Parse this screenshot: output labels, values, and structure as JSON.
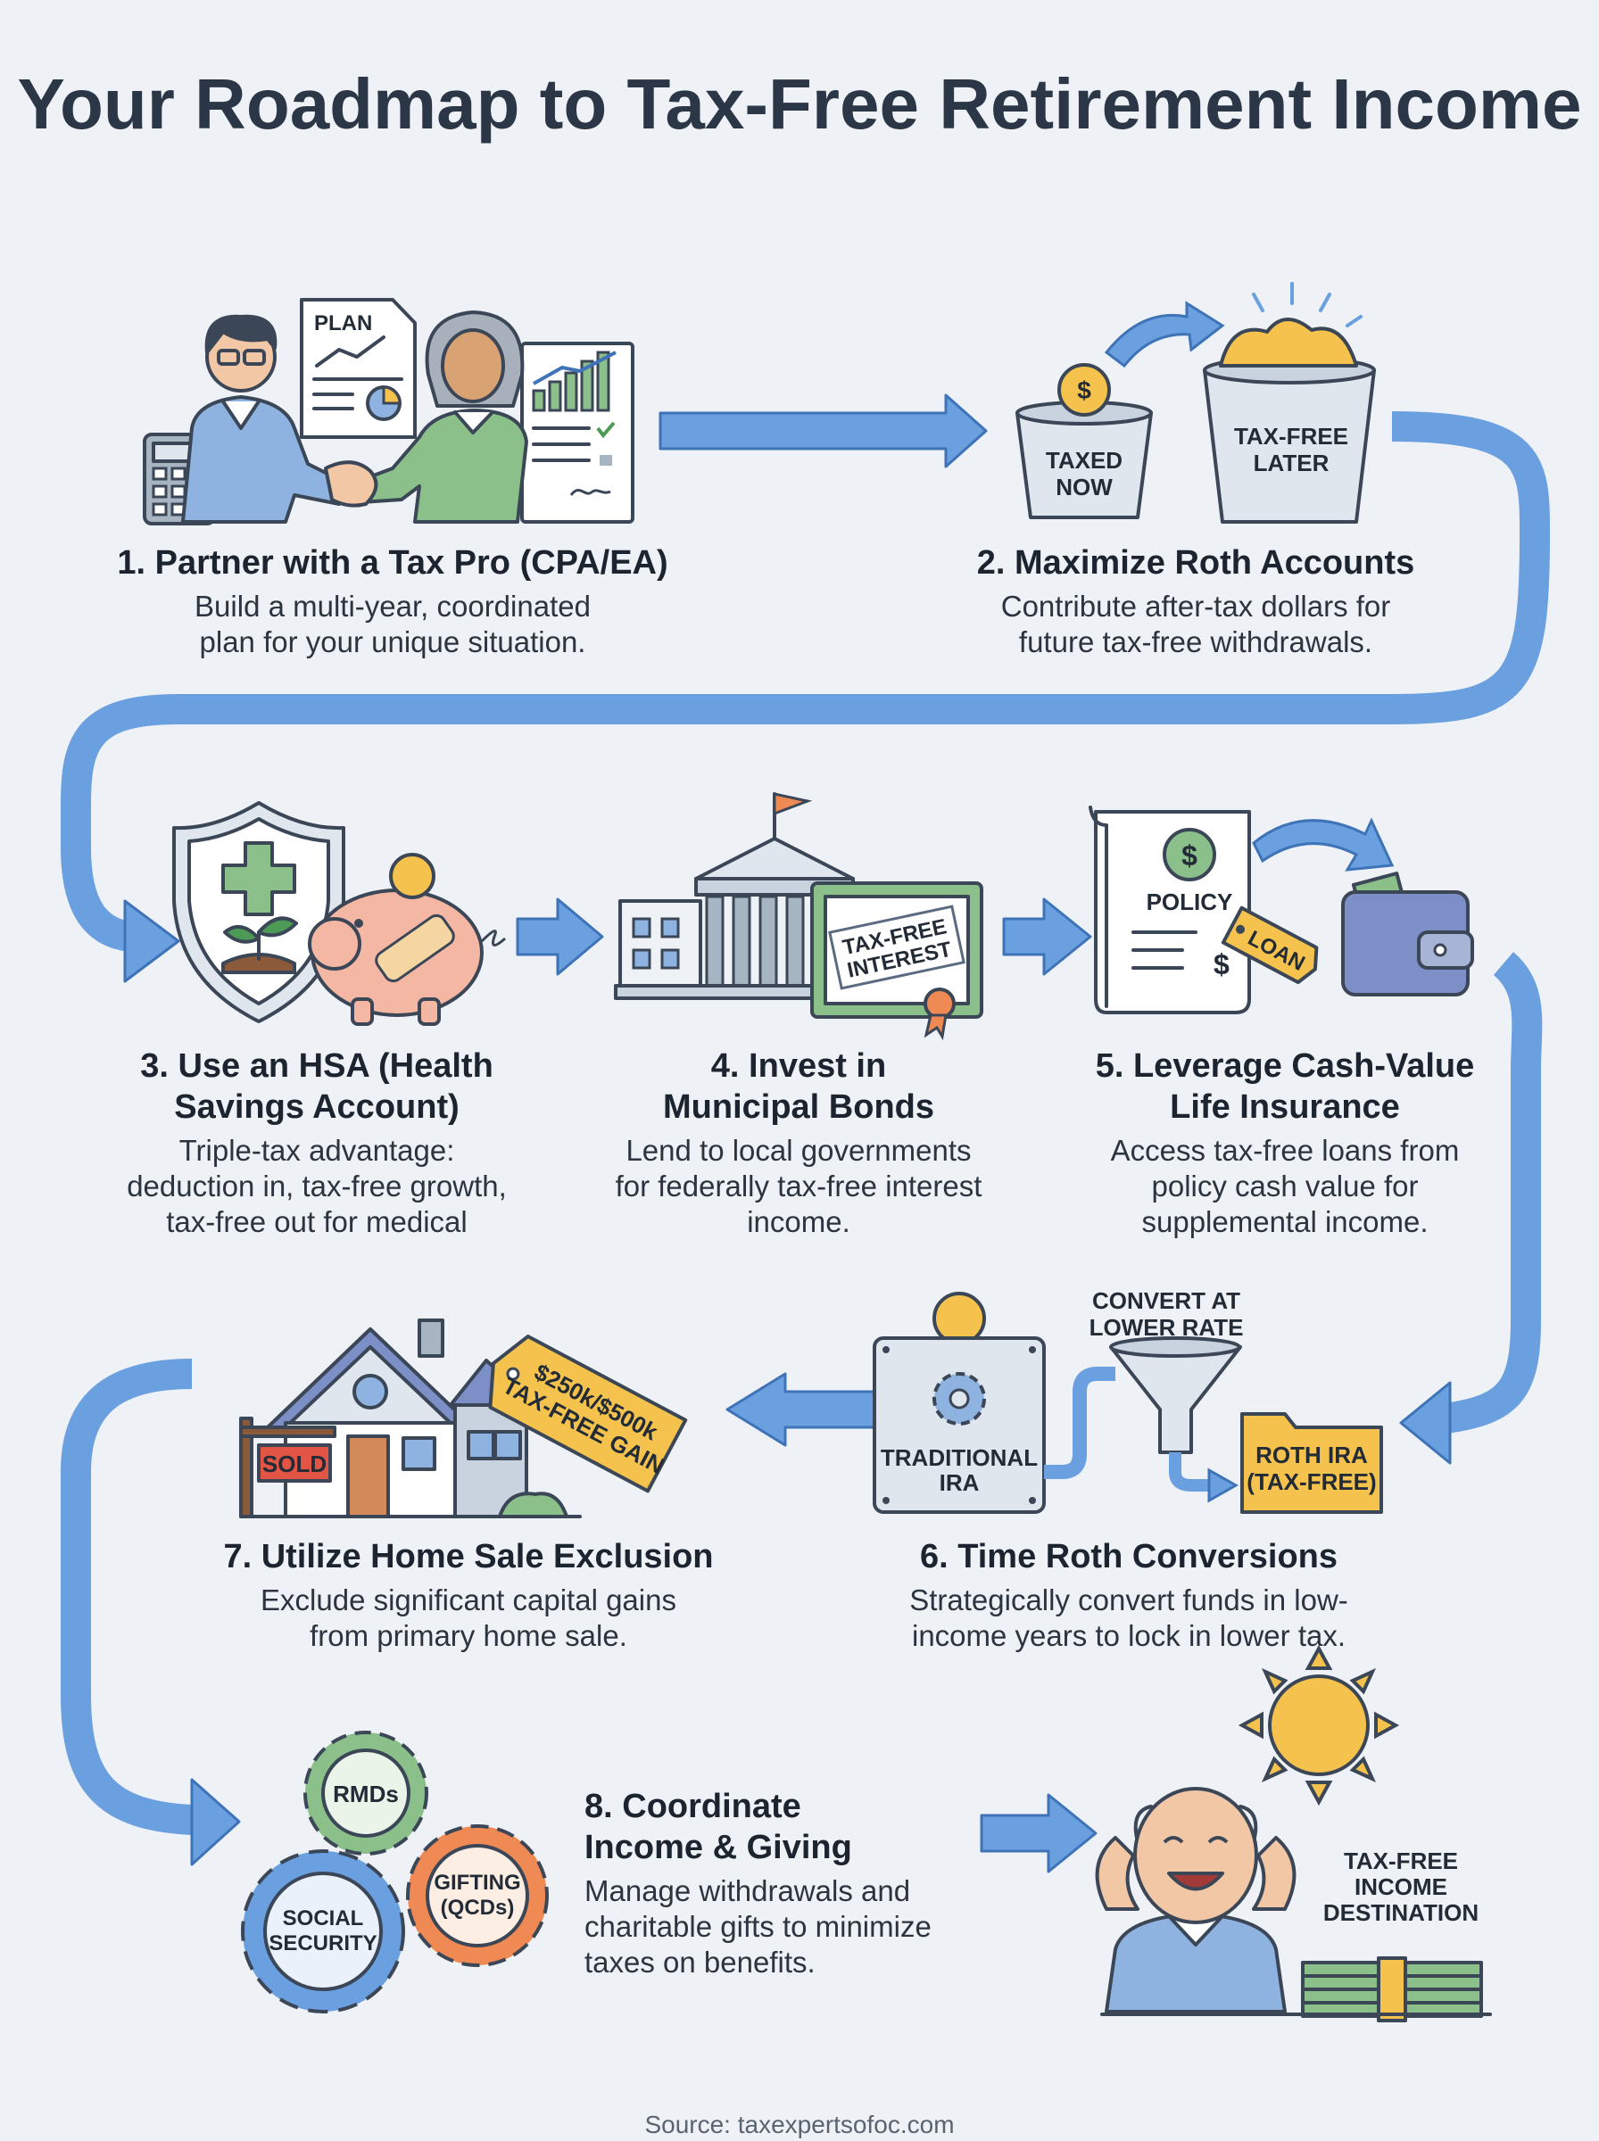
{
  "title": "Your Roadmap to Tax-Free Retirement Income",
  "steps": [
    {
      "heading": "1. Partner with a Tax Pro (CPA/EA)",
      "text": "Build a multi-year, coordinated plan for your unique situation."
    },
    {
      "heading": "2. Maximize Roth Accounts",
      "text": "Contribute after-tax dollars for future tax-free withdrawals."
    },
    {
      "heading": "3. Use an HSA (Health Savings Account)",
      "text": "Triple-tax advantage: deduction in, tax-free growth, tax-free out for medical"
    },
    {
      "heading": "4. Invest in Municipal Bonds",
      "text": "Lend to local governments for federally tax-free interest income."
    },
    {
      "heading": "5. Leverage Cash-Value Life Insurance",
      "text": "Access tax-free loans from policy cash value for supplemental income."
    },
    {
      "heading": "6. Time Roth Conversions",
      "text": "Strategically convert funds in low-income years to lock in lower tax."
    },
    {
      "heading": "7. Utilize Home Sale Exclusion",
      "text": "Exclude significant capital gains from primary home sale."
    },
    {
      "heading": "8. Coordinate Income & Giving",
      "text": "Manage withdrawals and charitable gifts to minimize taxes on benefits."
    }
  ],
  "illustration_labels": {
    "plan": "PLAN",
    "taxed_now": "TAXED NOW",
    "tax_free_later": "TAX-FREE LATER",
    "tax_free_interest": "TAX-FREE INTEREST",
    "policy": "POLICY",
    "loan": "LOAN",
    "convert_at_lower_rate": "CONVERT AT LOWER RATE",
    "traditional_ira": "TRADITIONAL IRA",
    "roth_ira": "ROTH IRA (TAX-FREE)",
    "sold": "SOLD",
    "home_tag": "$250k/$500k TAX-FREE GAIN",
    "rmds": "RMDs",
    "social_security": "SOCIAL SECURITY",
    "gifting": "GIFTING (QCDs)",
    "destination": "TAX-FREE INCOME DESTINATION"
  },
  "source": "Source: taxexpertsofoc.com",
  "colors": {
    "arrow": "#6a9fe0",
    "arrow_stroke": "#3f73b8",
    "outline": "#3b4657",
    "green": "#8cc08a",
    "blue_shirt": "#8fb3e0",
    "gold": "#f4c24d",
    "peach": "#f4b7a3",
    "orange": "#f08a55",
    "paper": "#ffffff"
  }
}
